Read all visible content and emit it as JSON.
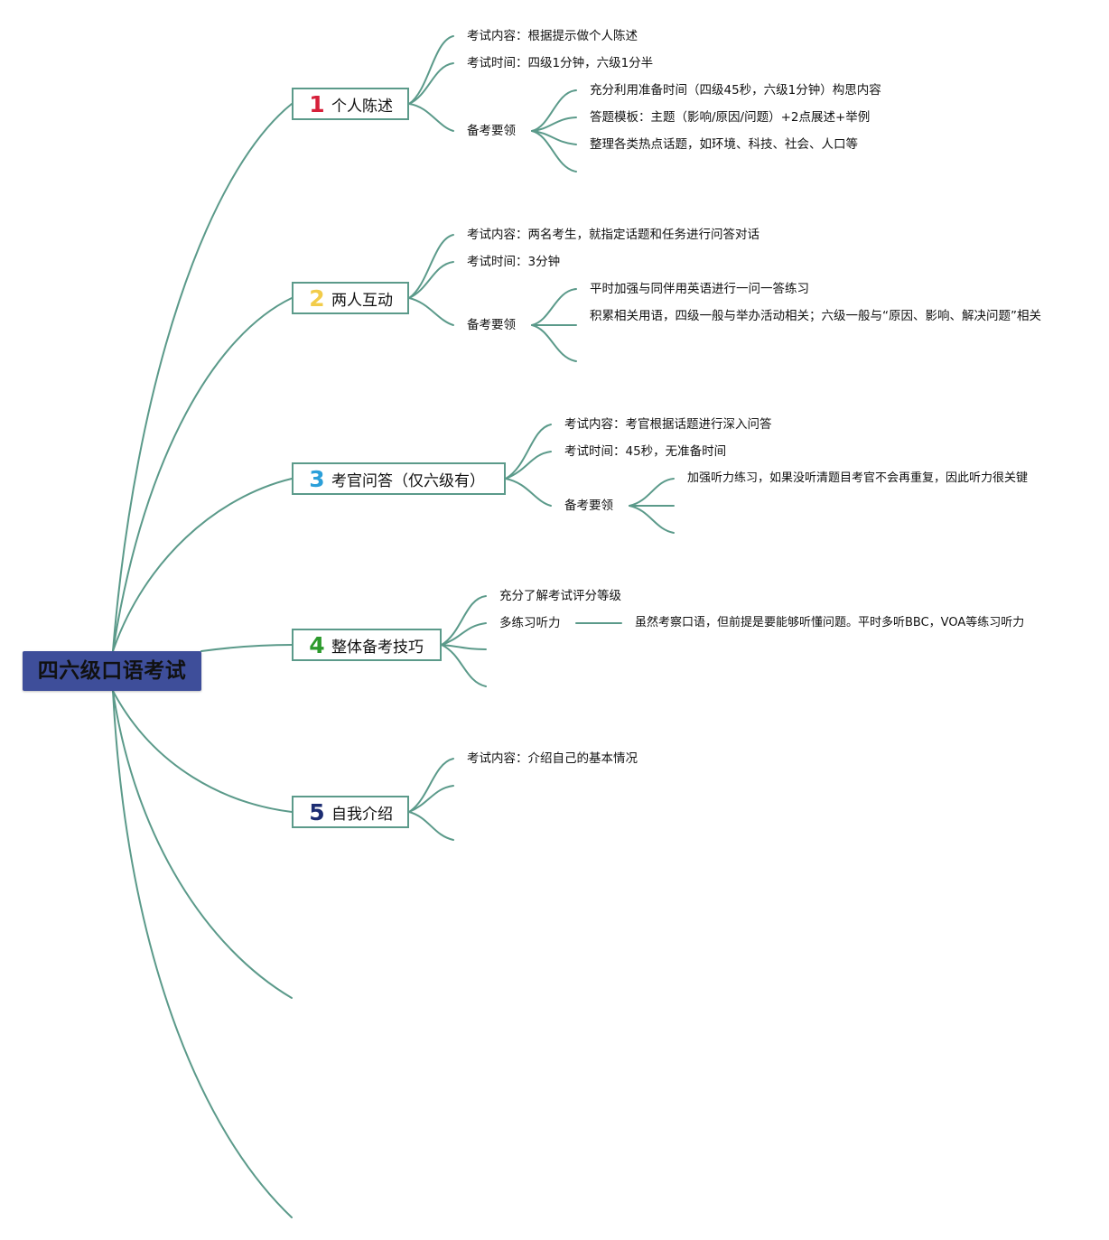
{
  "root": {
    "label": "四六级口语考试"
  },
  "branches": [
    {
      "number": "1",
      "number_color": "#d6203a",
      "label": "个人陈述",
      "children": {
        "content": "考试内容：根据提示做个人陈述",
        "time": "考试时间：四级1分钟，六级1分半",
        "prep_label": "备考要领",
        "prep": [
          "充分利用准备时间（四级45秒，六级1分钟）构思内容",
          "答题模板：主题（影响/原因/问题）+2点展述+举例",
          "整理各类热点话题，如环境、科技、社会、人口等"
        ]
      }
    },
    {
      "number": "2",
      "number_color": "#f2cc4a",
      "label": "两人互动",
      "children": {
        "content": "考试内容：两名考生，就指定话题和任务进行问答对话",
        "time": "考试时间：3分钟",
        "prep_label": "备考要领",
        "prep": [
          "平时加强与同伴用英语进行一问一答练习",
          "积累相关用语，四级一般与举办活动相关；六级一般与“原因、影响、解决问题”相关"
        ]
      }
    },
    {
      "number": "3",
      "number_color": "#2b9fd9",
      "label": "考官问答（仅六级有）",
      "children": {
        "content": "考试内容：考官根据话题进行深入问答",
        "time": "考试时间：45秒，无准备时间",
        "prep_label": "备考要领",
        "prep": [
          "加强听力练习，如果没听清题目考官不会再重复，因此听力很关键"
        ]
      }
    },
    {
      "number": "4",
      "number_color": "#2d9a2d",
      "label": "整体备考技巧",
      "children": {
        "tip1": "充分了解考试评分等级",
        "tip2": "多练习听力",
        "tip2_detail": "虽然考察口语，但前提是要能够听懂问题。平时多听BBC，VOA等练习听力"
      }
    },
    {
      "number": "5",
      "number_color": "#1c2c72",
      "label": "自我介绍",
      "children": {
        "content": "考试内容：介绍自己的基本情况"
      }
    }
  ]
}
